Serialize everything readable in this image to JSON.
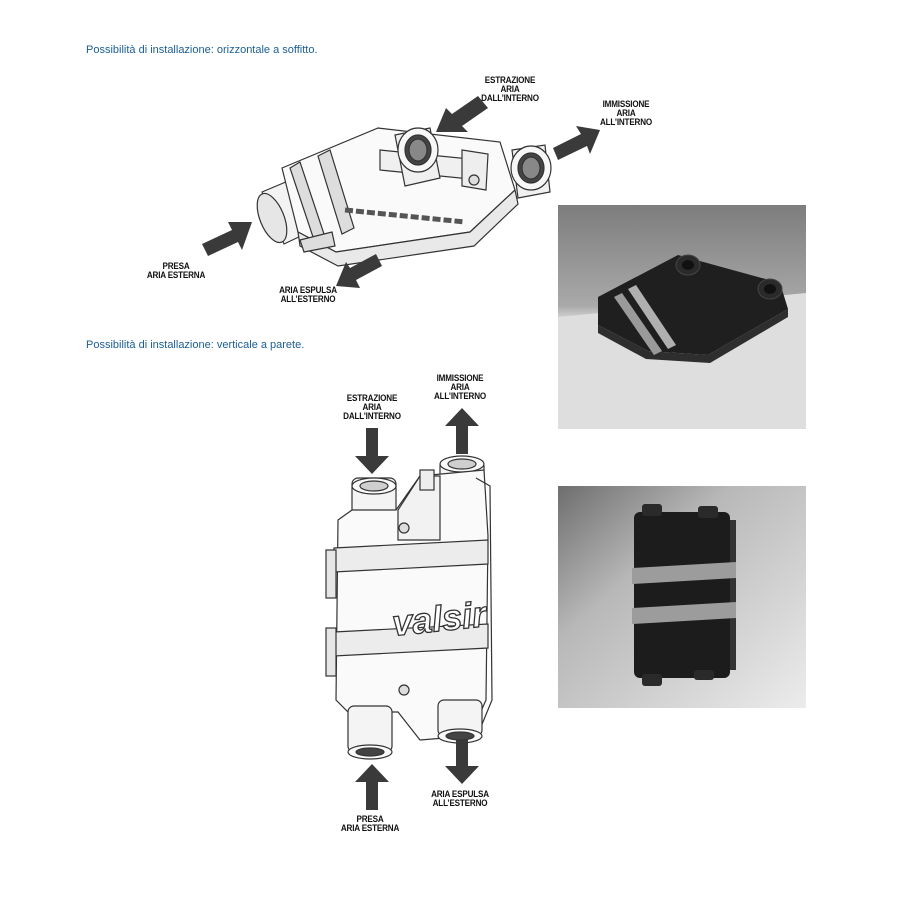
{
  "captions": {
    "horizontal": "Possibilità di installazione: orizzontale a soffitto.",
    "vertical": "Possibilità di installazione: verticale a parete."
  },
  "horizontal_labels": {
    "extract": [
      "ESTRAZIONE",
      "ARIA",
      "DALL’INTERNO"
    ],
    "supply": [
      "IMMISSIONE",
      "ARIA",
      "ALL’INTERNO"
    ],
    "intake": [
      "PRESA",
      "ARIA ESTERNA"
    ],
    "exhaust": [
      "ARIA ESPULSA",
      "ALL’ESTERNO"
    ]
  },
  "vertical_labels": {
    "extract": [
      "ESTRAZIONE",
      "ARIA",
      "DALL’INTERNO"
    ],
    "supply": [
      "IMMISSIONE",
      "ARIA",
      "ALL’INTERNO"
    ],
    "intake": [
      "PRESA",
      "ARIA ESTERNA"
    ],
    "exhaust": [
      "ARIA ESPULSA",
      "ALL’ESTERNO"
    ]
  },
  "brand": "valsir",
  "colors": {
    "caption": "#1b5e96",
    "arrow": "#3a3a3a",
    "unit_dark": "#222222"
  }
}
